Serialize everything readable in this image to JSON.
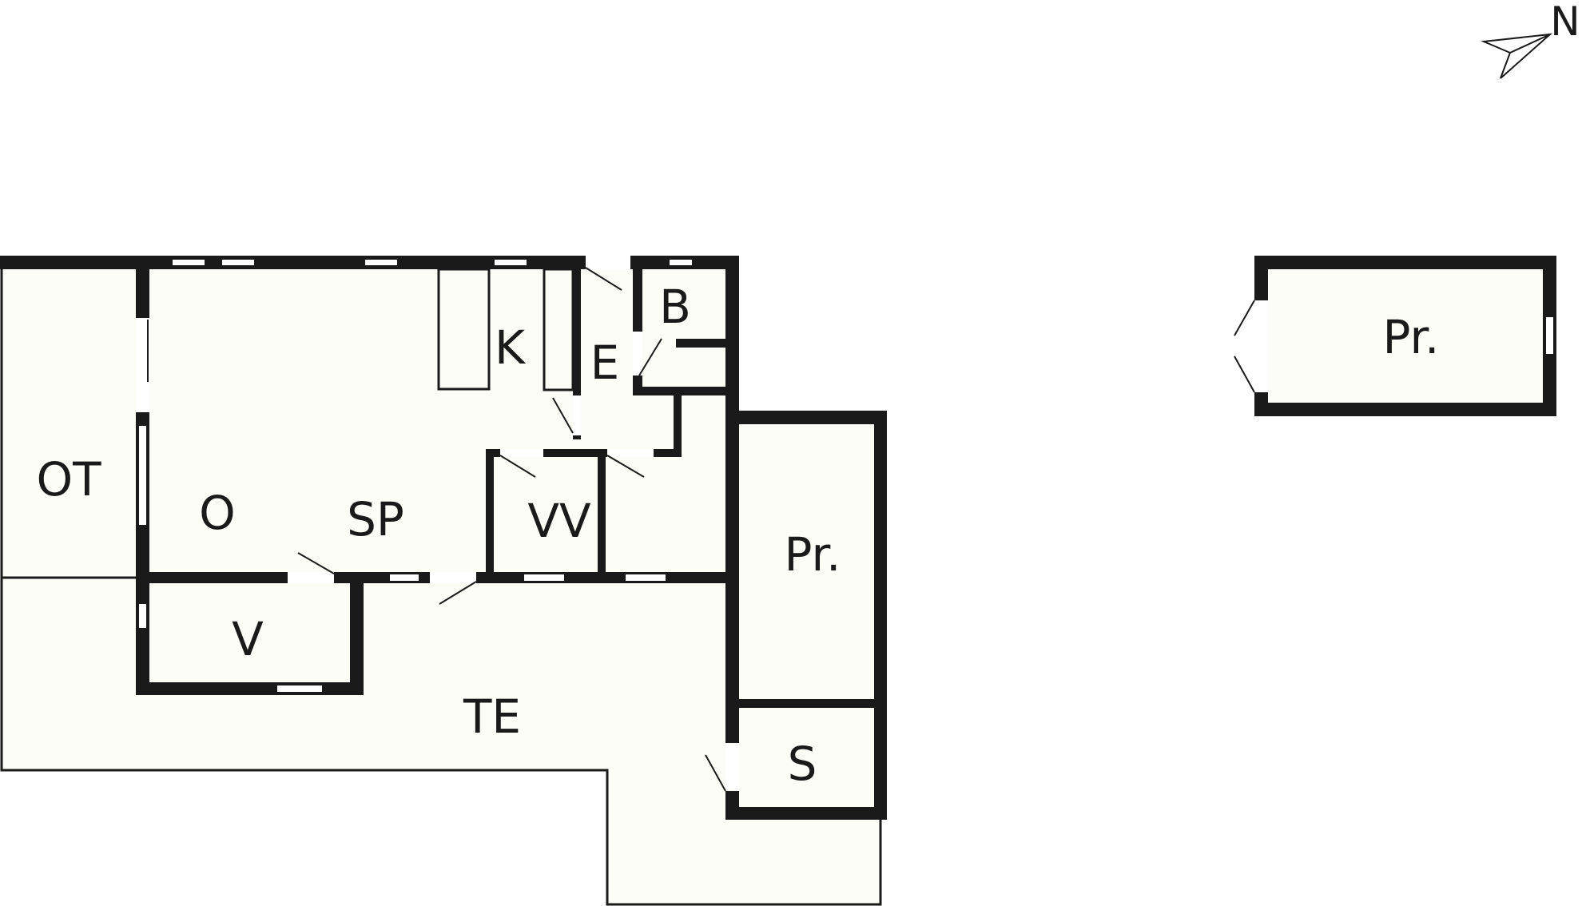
{
  "compass": {
    "label": "N",
    "icon": "north-arrow-icon"
  },
  "rooms": {
    "ot": "OT",
    "o": "O",
    "sp": "SP",
    "k": "K",
    "e": "E",
    "b": "B",
    "vv": "VV",
    "v": "V",
    "te": "TE",
    "pr_main": "Pr.",
    "s": "S",
    "pr_outbuilding": "Pr."
  },
  "colors": {
    "wall": "#1a1a1a",
    "floor": "#fdfdf8",
    "background": "#ffffff"
  }
}
